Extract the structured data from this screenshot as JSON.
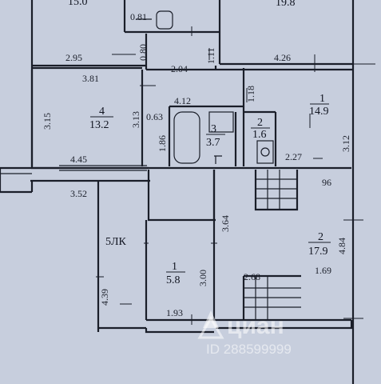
{
  "plan": {
    "top_partial_labels": {
      "left_area": "15.0",
      "right_area": "19.8",
      "dim_081": "0.81"
    },
    "dimensions": {
      "d080": "0.80",
      "d111": "1.11",
      "d295": "2.95",
      "d204": "2.04",
      "d426": "4.26",
      "d381": "3.81",
      "d118": "1.18",
      "d412": "4.12",
      "d315": "3.15",
      "d313": "3.13",
      "d063": "0.63",
      "d186": "1.86",
      "d227": "2.27",
      "d312": "3.12",
      "d445": "4.45",
      "d96": "96",
      "d352": "3.52",
      "d364": "3.64",
      "d484": "4.84",
      "d300": "3.00",
      "d268": "2.68",
      "d169": "1.69",
      "d439": "4.39",
      "d193": "1.93"
    },
    "rooms": [
      {
        "number": "1",
        "area": "14.9"
      },
      {
        "number": "4",
        "area": "13.2"
      },
      {
        "number": "3",
        "area": "3.7"
      },
      {
        "number": "2",
        "area": "1.6"
      },
      {
        "number": "2",
        "area": "17.9"
      },
      {
        "number": "1",
        "area": "5.8"
      }
    ],
    "lk_label": "5ЛК"
  },
  "watermark": {
    "brand": "циан",
    "id": "ID 288599999"
  }
}
